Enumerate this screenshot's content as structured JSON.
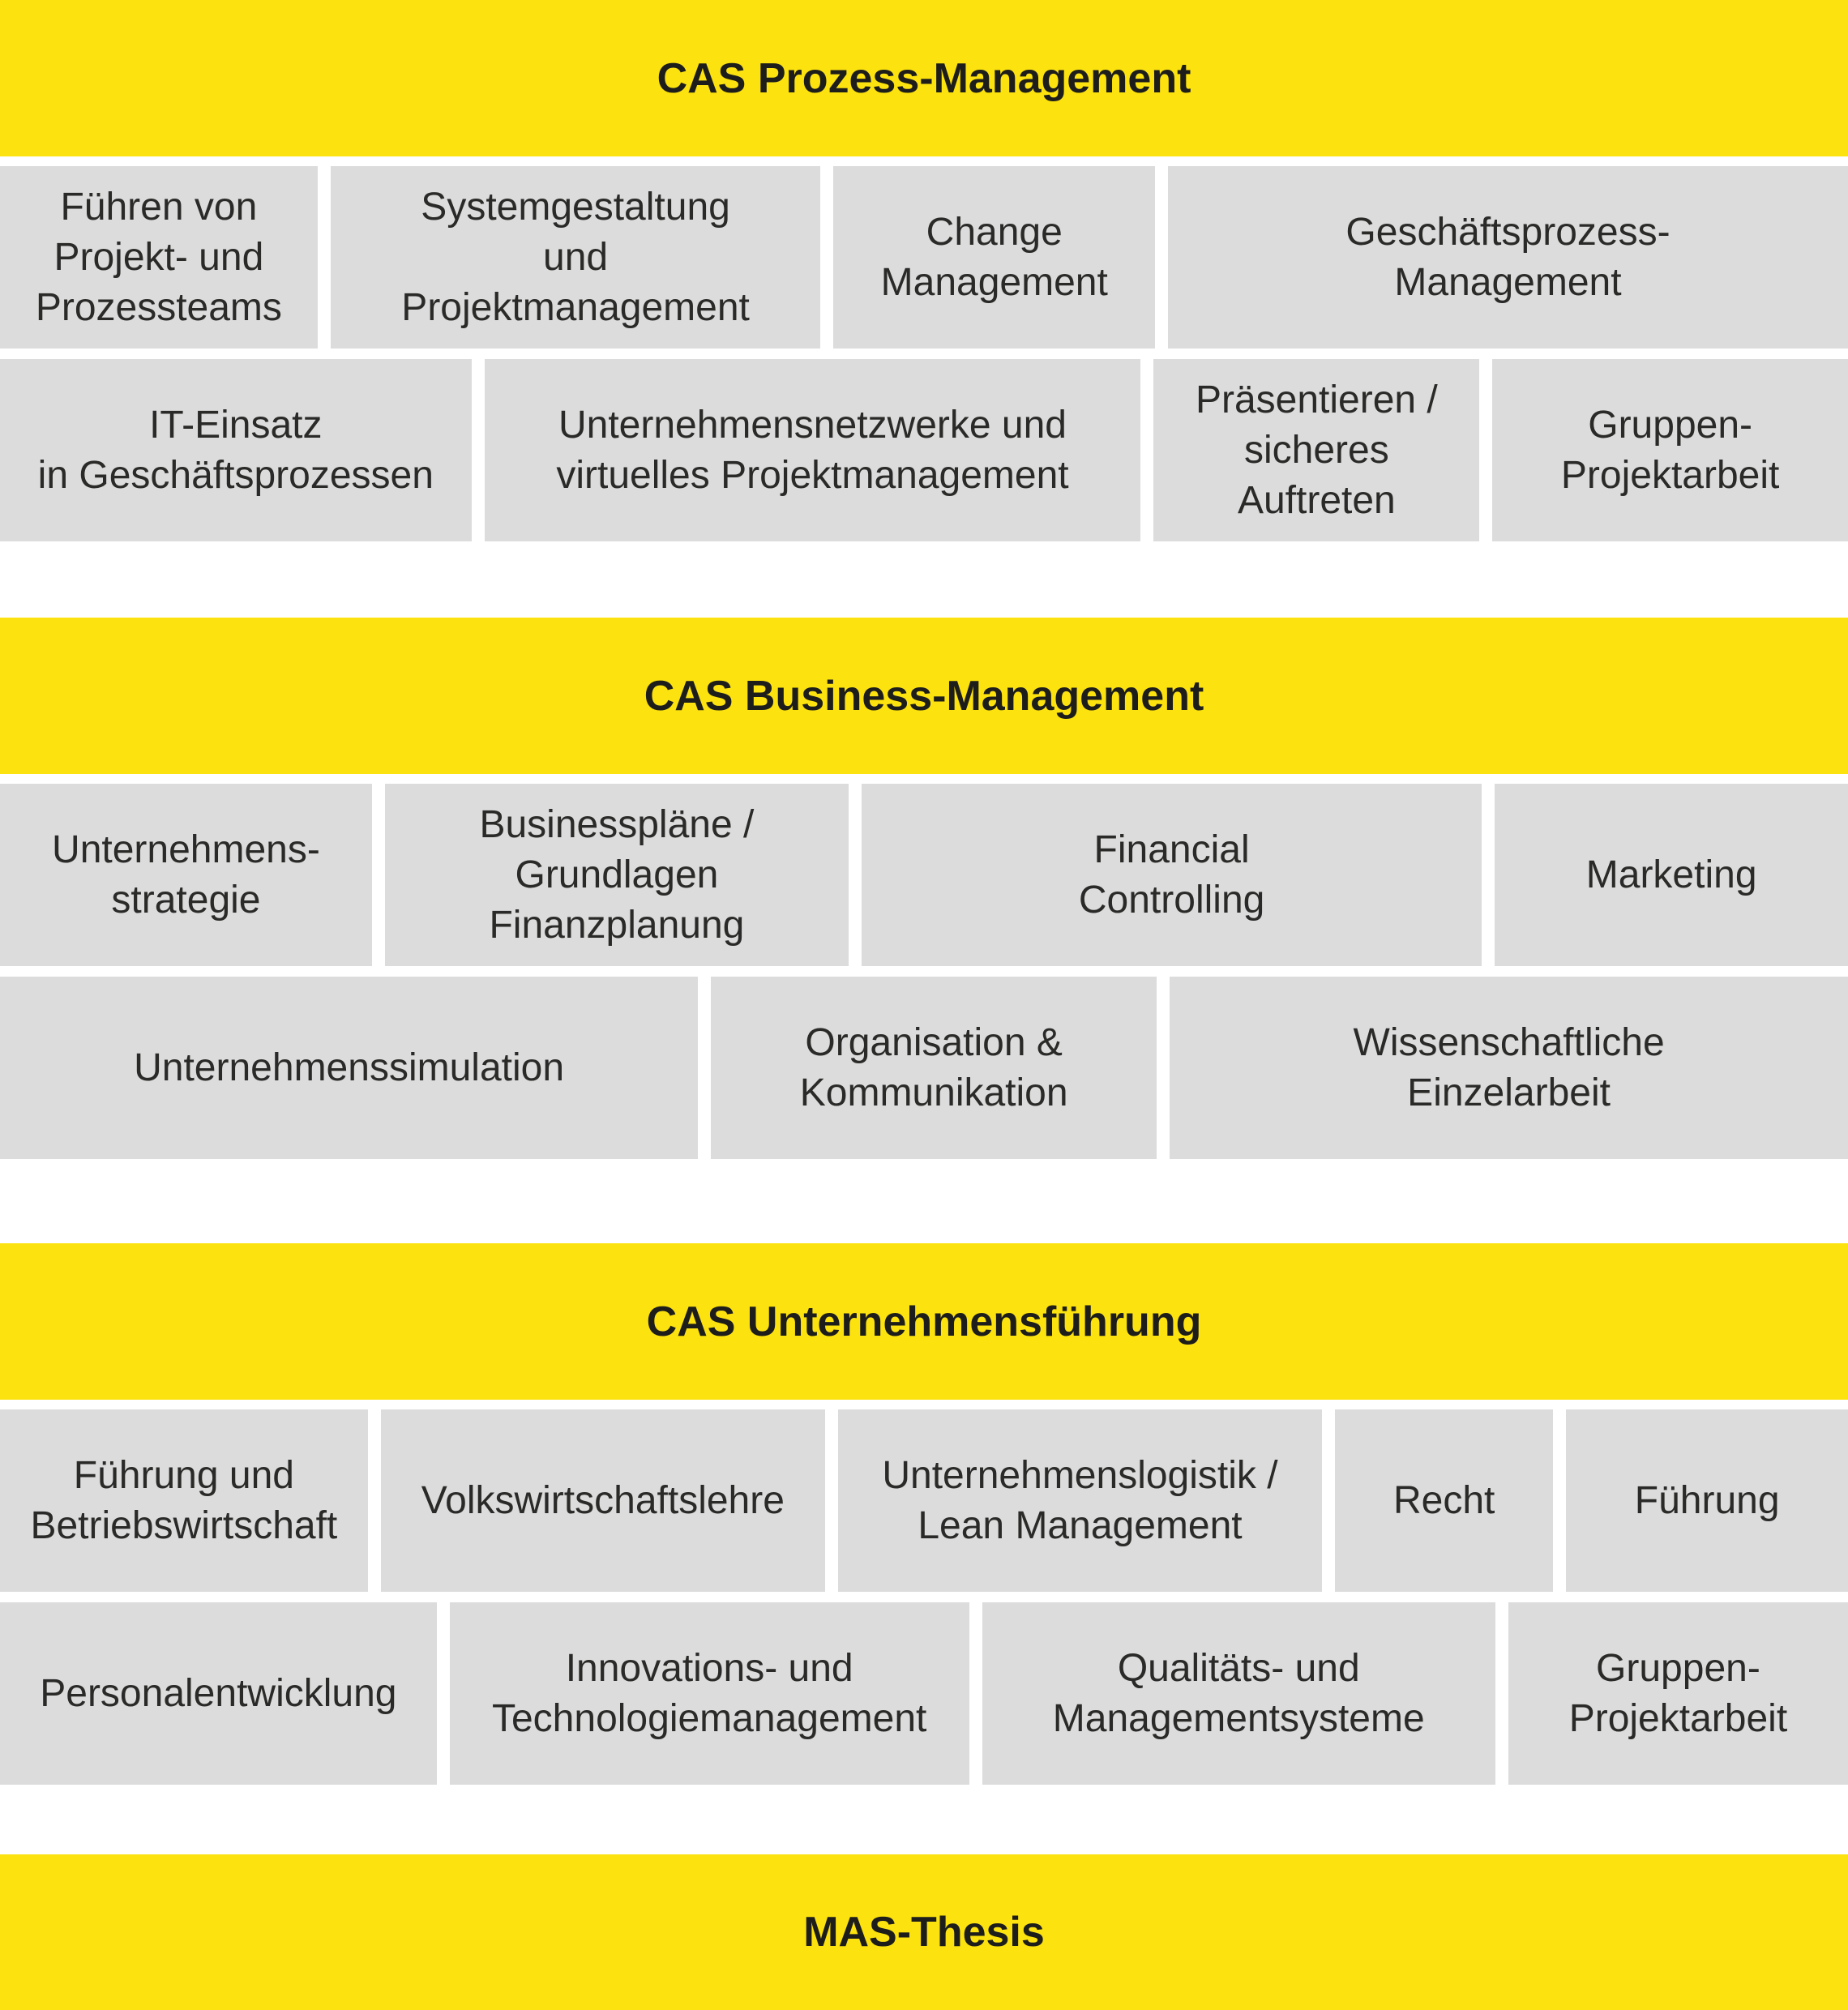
{
  "colors": {
    "band_yellow": "#FCE20E",
    "box_grey": "#DCDCDC",
    "title_text": "#1D1D1B",
    "box_text": "#2A2A28",
    "background": "#FFFFFF"
  },
  "sections": [
    {
      "title": "CAS Prozess-Management",
      "rows": [
        {
          "boxes": [
            {
              "label": "Führen von\nProjekt- und\nProzessteams"
            },
            {
              "label": "Systemgestaltung\nund\nProjektmanagement"
            },
            {
              "label": "Change\nManagement"
            },
            {
              "label": "Geschäftsprozess-\nManagement"
            }
          ]
        },
        {
          "boxes": [
            {
              "label": "IT-Einsatz\nin Geschäftsprozessen"
            },
            {
              "label": "Unternehmensnetzwerke und\nvirtuelles Projektmanagement"
            },
            {
              "label": "Präsentieren /\nsicheres\nAuftreten"
            },
            {
              "label": "Gruppen-\nProjektarbeit"
            }
          ]
        }
      ]
    },
    {
      "title": "CAS Business-Management",
      "rows": [
        {
          "boxes": [
            {
              "label": "Unternehmens-\nstrategie"
            },
            {
              "label": "Businesspläne /\nGrundlagen\nFinanzplanung"
            },
            {
              "label": "Financial\nControlling"
            },
            {
              "label": "Marketing"
            }
          ]
        },
        {
          "boxes": [
            {
              "label": "Unternehmenssimulation"
            },
            {
              "label": "Organisation &\nKommunikation"
            },
            {
              "label": "Wissenschaftliche\nEinzelarbeit"
            }
          ]
        }
      ]
    },
    {
      "title": "CAS Unternehmensführung",
      "rows": [
        {
          "boxes": [
            {
              "label": "Führung und\nBetriebswirtschaft"
            },
            {
              "label": "Volkswirtschaftslehre"
            },
            {
              "label": "Unternehmenslogistik /\nLean Management"
            },
            {
              "label": "Recht"
            },
            {
              "label": "Führung"
            }
          ]
        },
        {
          "boxes": [
            {
              "label": "Personalentwicklung"
            },
            {
              "label": "Innovations- und\nTechnologiemanagement"
            },
            {
              "label": "Qualitäts- und\nManagementsysteme"
            },
            {
              "label": "Gruppen-\nProjektarbeit"
            }
          ]
        }
      ]
    }
  ],
  "thesis": {
    "title": "MAS-Thesis"
  }
}
